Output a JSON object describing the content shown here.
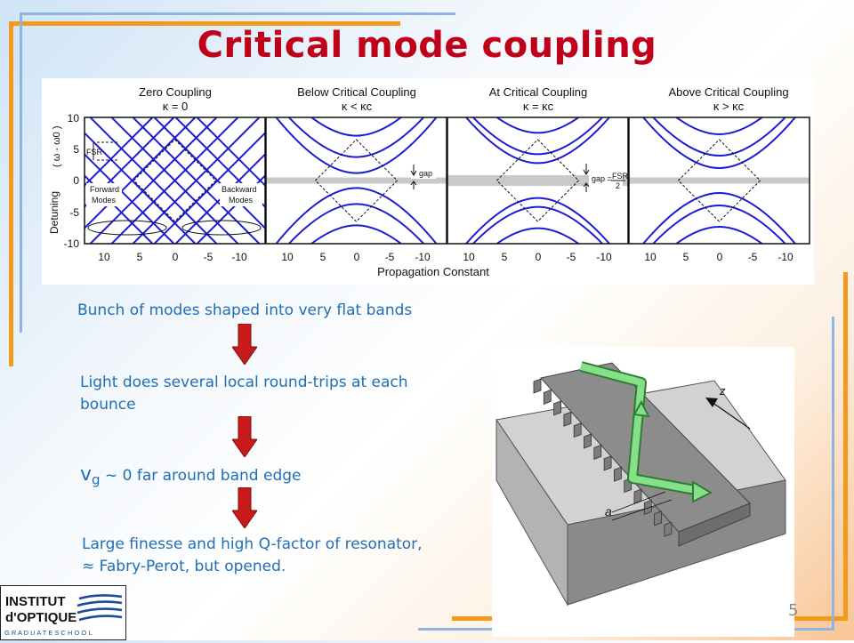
{
  "title": "Critical mode coupling",
  "figure": {
    "panels": [
      {
        "title": "Zero Coupling",
        "condition": "κ = 0"
      },
      {
        "title": "Below Critical Coupling",
        "condition": "κ < κc"
      },
      {
        "title": "At Critical Coupling",
        "condition": "κ = κc"
      },
      {
        "title": "Above Critical Coupling",
        "condition": "κ > κc"
      }
    ],
    "y_axis_label": "Detuning",
    "y_axis_sublabel": "( ω - ω0 )",
    "y_ticks": [
      "10",
      "5",
      "0",
      "-5",
      "-10"
    ],
    "x_ticks": [
      "10",
      "5",
      "0",
      "-5",
      "-10"
    ],
    "x_axis_label": "Propagation Constant",
    "annotations": {
      "fsr": "FSR",
      "forward_modes": "Forward Modes",
      "backward_modes": "Backward Modes",
      "gap": "gap",
      "gap_eq_left": "gap =",
      "gap_eq_num": "FSR",
      "gap_eq_den": "2"
    }
  },
  "steps": [
    "Bunch of modes shaped into very flat bands",
    "Light does several local round-trips at each bounce",
    "~ 0  far  around  band edge",
    "Large finesse and high Q-factor of resonator, ≈ Fabry-Perot, but opened."
  ],
  "vg_symbol": "v",
  "vg_subscript": "g",
  "photo_labels": {
    "z": "z",
    "a": "a"
  },
  "logo": {
    "line1": "INSTITUT",
    "line2": "d'OPTIQUE",
    "line3": "G R A D U A T E   S C H O O L"
  },
  "page_number": "5",
  "colors": {
    "title": "#c0001a",
    "text": "#1f6fb5",
    "bands": "#1a1ad6",
    "arrow": "#c81a1a",
    "deco_orange": "#f39a1e",
    "deco_blue": "#8fb4e3"
  }
}
